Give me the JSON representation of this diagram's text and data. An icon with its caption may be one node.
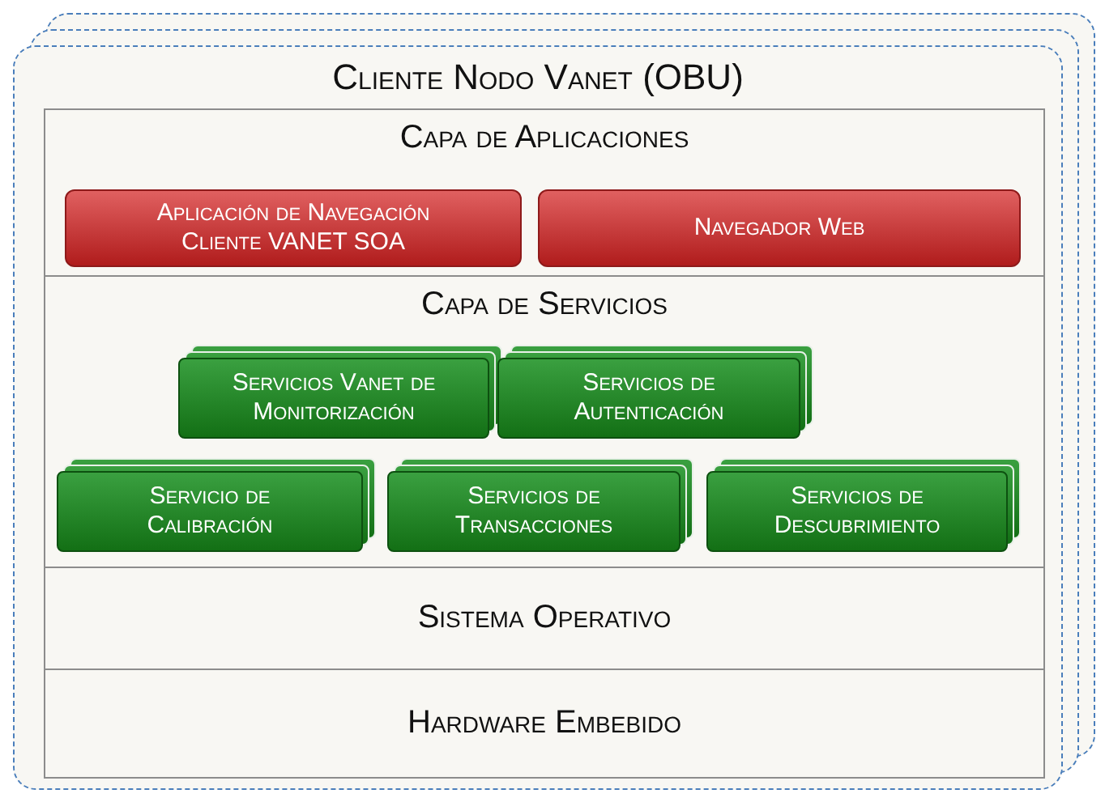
{
  "diagram": {
    "nodes": [
      {
        "text": [
          "Cliente Nodo Vanet (OBU)"
        ]
      },
      {
        "text": [
          "Capa de Aplicaciones"
        ],
        "in": 0
      },
      {
        "text": [
          "Aplicación de Navegación Cliente VANET SOA"
        ],
        "in": 1
      },
      {
        "text": [
          "Navegador Web"
        ],
        "in": 1
      },
      {
        "text": [
          "Capa de Servicios"
        ],
        "in": 0
      },
      {
        "text": [
          "Servicios Vanet de Monitorización"
        ],
        "in": 4
      },
      {
        "text": [
          "Servicios de Autenticación"
        ],
        "in": 4
      },
      {
        "text": [
          "Servicio de Calibración"
        ],
        "in": 4
      },
      {
        "text": [
          "Servicios de Transacciones"
        ],
        "in": 4
      },
      {
        "text": [
          "Servicios de Descubrimiento"
        ],
        "in": 4
      },
      {
        "text": [
          "Sistema Operativo"
        ],
        "in": 0
      },
      {
        "text": [
          "Hardware Embebido"
        ],
        "in": 0
      }
    ]
  }
}
